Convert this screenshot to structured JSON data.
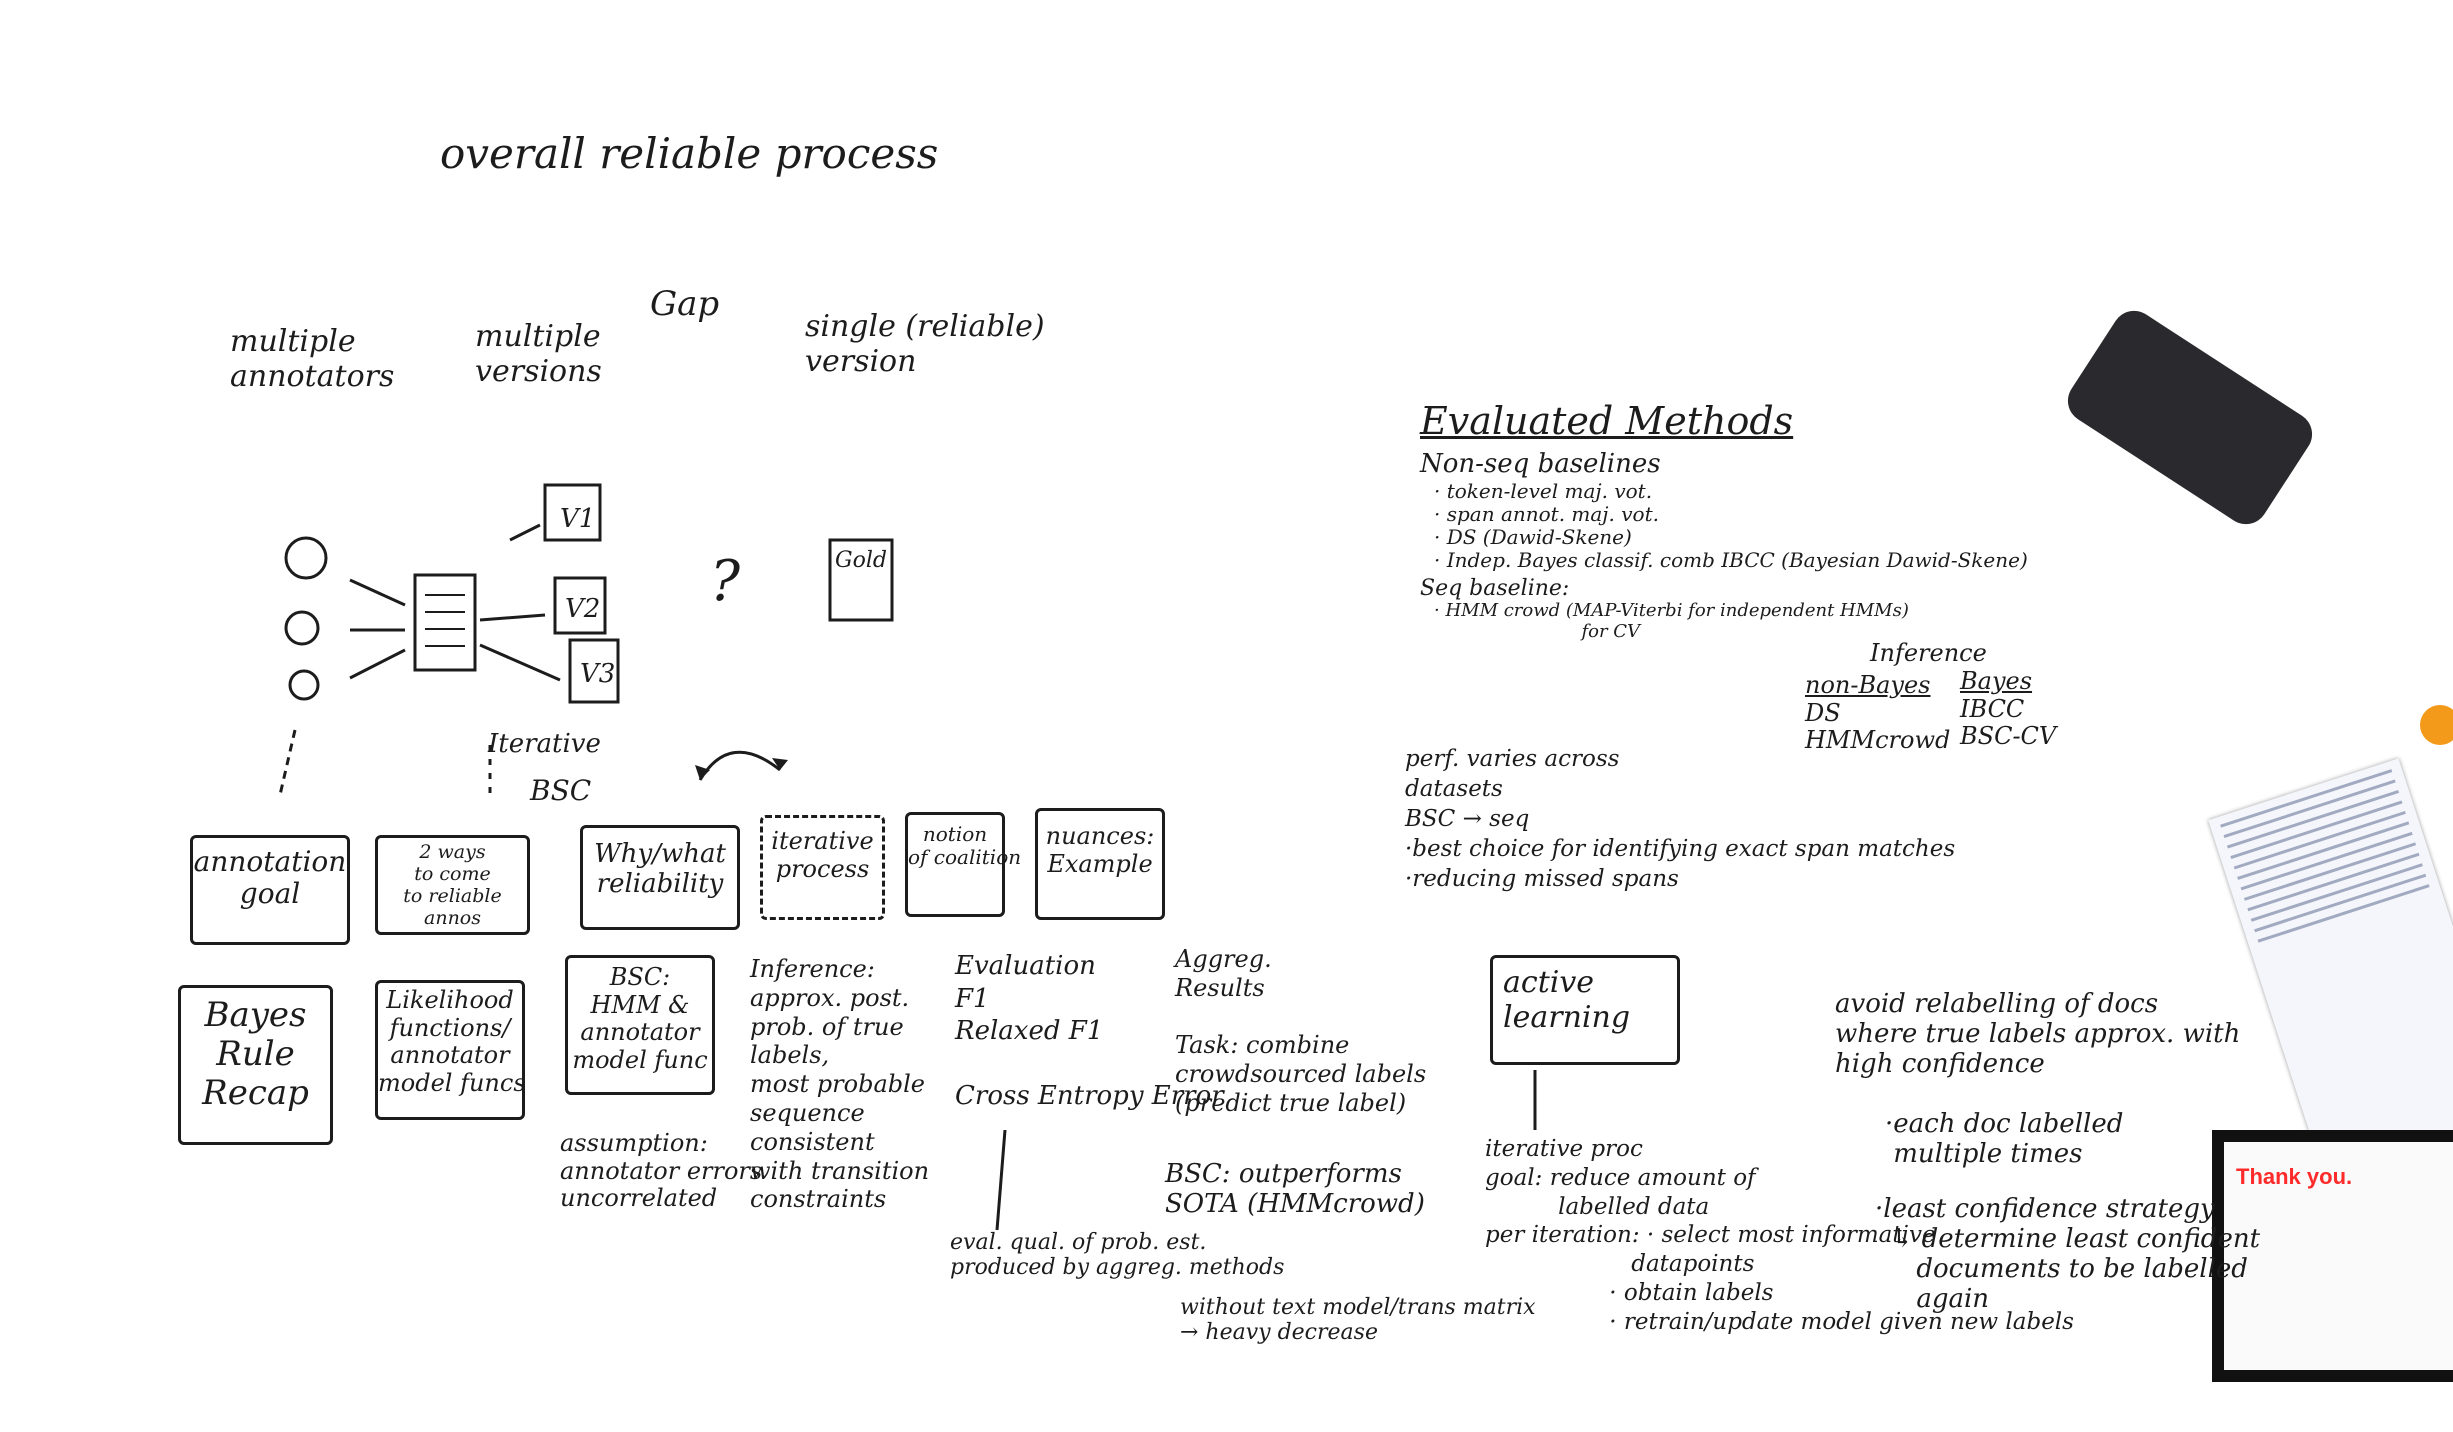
{
  "board": {
    "title": "overall reliable process",
    "header_labels": [
      "multiple\nannotators",
      "multiple\nversions",
      "Gap",
      "single (reliable)\nversion"
    ],
    "diagram": {
      "version_labels": [
        "V1",
        "V2",
        "V3"
      ],
      "gold_label": "Gold",
      "question_mark": "?",
      "iterative_label": "Iterative",
      "bsc_label": "BSC"
    },
    "row1_boxes": [
      "annotation\ngoal",
      "2 ways\nto come\nto reliable\nannos",
      "Why/what\nreliability",
      "iterative\nprocess",
      "notion\nof coalition",
      "nuances:\nExample"
    ],
    "row2_boxes": [
      "Bayes\nRule\nRecap",
      "Likelihood\nfunctions/\nannotator\nmodel funcs",
      "BSC:\nHMM &\nannotator\nmodel func"
    ],
    "assumption": "assumption:\nannotator errors\nuncorrelated",
    "inference": "Inference:\napprox. post.\nprob. of true\nlabels,\nmost probable\nsequence\nconsistent\nwith transition\nconstraints",
    "evaluation": "Evaluation\nF1\nRelaxed F1\n\nCross Entropy Error",
    "eval_note": "eval. qual. of prob. est.\nproduced by aggreg. methods",
    "aggreg": "Aggreg.\nResults\n\nTask: combine\ncrowdsourced labels\n(predict true label)",
    "bsc_outperforms": "BSC: outperforms\nSOTA (HMMcrowd)",
    "without_text": "without text model/trans matrix\n→ heavy decrease",
    "evaluated_methods": {
      "title": "Evaluated Methods",
      "lines": [
        "Non-seq baselines",
        "· token-level maj. vot.",
        "· span annot. maj. vot.",
        "· DS (Dawid-Skene)",
        "· Indep. Bayes classif. comb IBCC (Bayesian Dawid-Skene)",
        "Seq baseline:",
        "· HMM crowd (MAP-Viterbi for independent HMMs)",
        "  for CV"
      ]
    },
    "inference_table": {
      "header": "Inference",
      "col1": [
        "non-Bayes",
        "DS",
        "HMMcrowd"
      ],
      "col2": [
        "Bayes",
        "IBCC",
        "BSC-CV"
      ]
    },
    "perf_note": "perf. varies across\ndatasets\nBSC → seq\n·best choice for identifying exact span matches\n·reducing missed spans",
    "active_learning": "active\nlearning",
    "iterative_proc": "iterative proc\ngoal: reduce amount of\n          labelled data\nper iteration: · select most informative\n                    datapoints\n                 · obtain labels\n                 · retrain/update model given new labels",
    "avoid_relabelling": "avoid relabelling of docs\nwhere true labels approx. with\nhigh confidence",
    "each_doc": "·each doc labelled\n multiple times",
    "least_confidence": "·least confidence strategy\n  ↳ determine least confident\n     documents to be labelled\n     again",
    "thank_you": "Thank you."
  }
}
